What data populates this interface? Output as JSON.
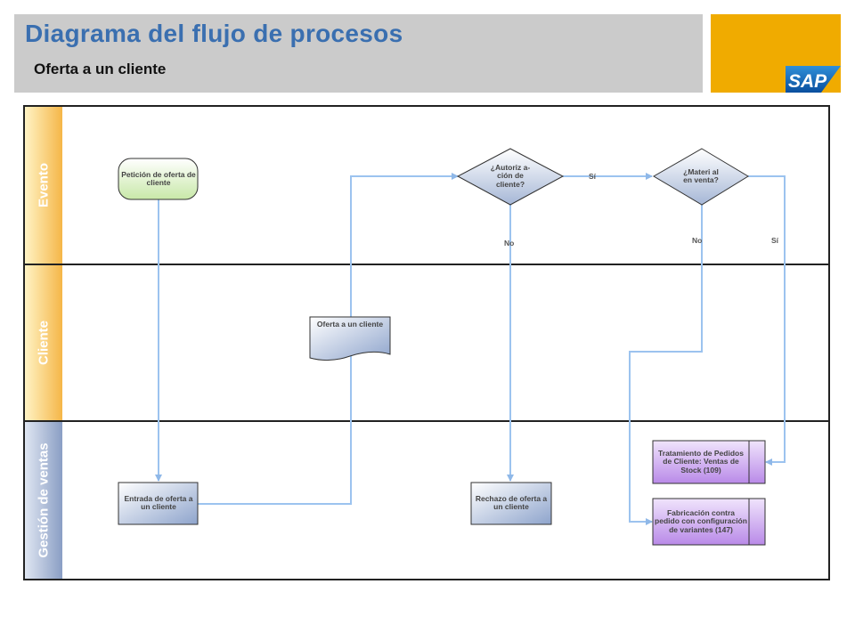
{
  "header": {
    "title": "Diagrama del flujo de procesos",
    "subtitle": "Oferta a un cliente",
    "brand": "SAP"
  },
  "lanes": {
    "evento": "Evento",
    "cliente": "Cliente",
    "gestion": "Gestión de ventas"
  },
  "nodes": {
    "peticion": "Petición de oferta de cliente",
    "autorizacion": "¿Autoriz a-ción de cliente?",
    "material": "¿Materi al en venta?",
    "oferta": "Oferta a un cliente",
    "entrada": "Entrada de oferta a un cliente",
    "rechazo": "Rechazo de oferta a un cliente",
    "tratamiento": "Tratamiento de Pedidos de Cliente: Ventas de Stock (109)",
    "fabricacion": "Fabricación contra pedido con configuración de variantes (147)"
  },
  "edge_labels": {
    "si_autorizacion": "Sí",
    "no_autorizacion": "No",
    "no_material": "No",
    "si_material": "Sí"
  },
  "colors": {
    "header_bg": "#cbcbcb",
    "title": "#3a6fb0",
    "brand_bg": "#f0ab00",
    "connector": "#9cc3ef",
    "event_green": "#dff3c8",
    "process_blue": "#a9b9d6",
    "purple": "#c9a6f0"
  }
}
